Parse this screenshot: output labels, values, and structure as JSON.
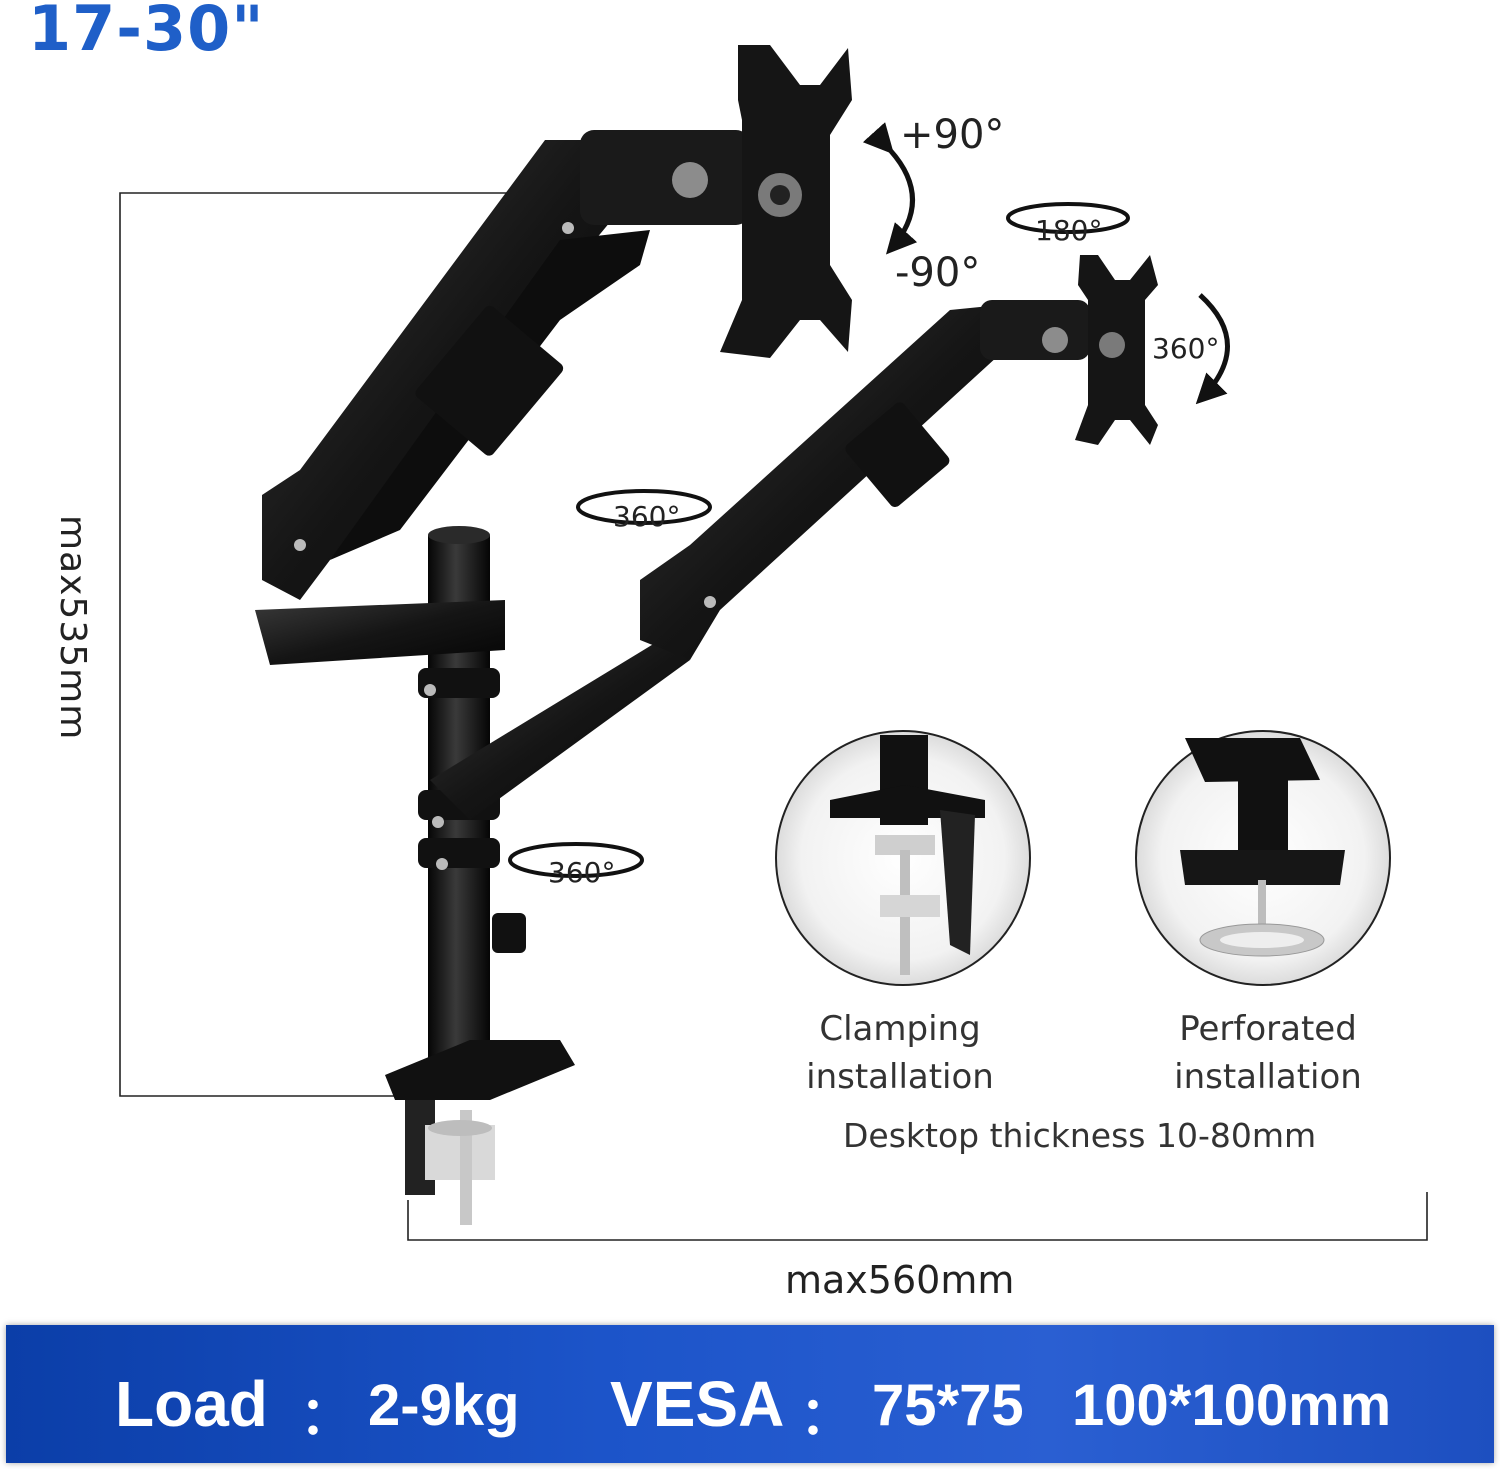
{
  "size_label": "17-30\"",
  "rotation": {
    "tilt_up": "+90°",
    "tilt_down": "-90°",
    "swivel_180": "180°",
    "rotate_360_right": "360°",
    "arm_360": "360°",
    "base_360": "360°"
  },
  "dimensions": {
    "max_height": "max535mm",
    "max_extension": "max560mm"
  },
  "installation": {
    "clamping_line1": "Clamping",
    "clamping_line2": "installation",
    "perforated_line1": "Perforated",
    "perforated_line2": "installation",
    "desktop_thickness": "Desktop thickness 10-80mm"
  },
  "specs": {
    "load_label": "Load",
    "load_sep": "：",
    "load_value": "2-9kg",
    "vesa_label": "VESA",
    "vesa_sep": "：",
    "vesa_value1": "75*75",
    "vesa_value2": "100*100mm"
  },
  "colors": {
    "accent": "#1f5fc8",
    "banner": "#1c54c9"
  }
}
